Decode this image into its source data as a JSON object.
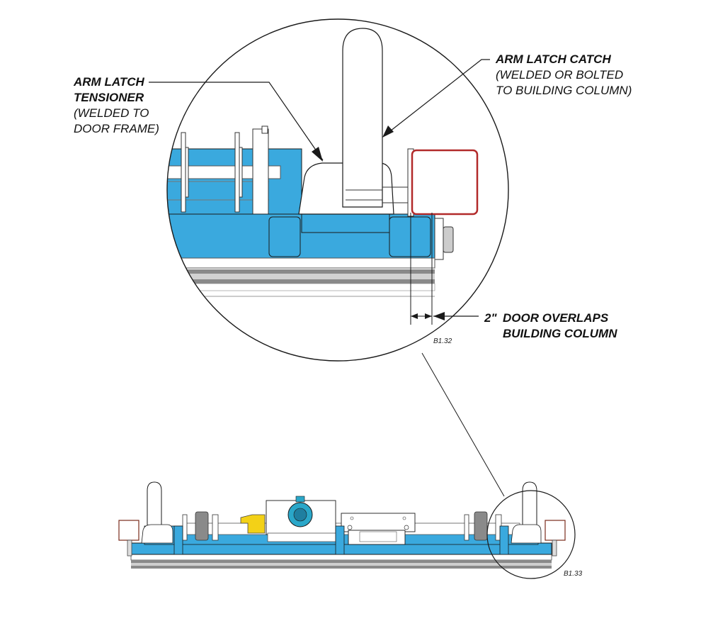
{
  "callouts": {
    "tensioner": {
      "title_line1": "ARM LATCH",
      "title_line2": "TENSIONER",
      "note_line1": "(WELDED TO",
      "note_line2": "DOOR FRAME)"
    },
    "catch": {
      "title": "ARM LATCH CATCH",
      "note_line1": "(WELDED OR BOLTED",
      "note_line2": "TO BUILDING COLUMN)"
    },
    "overlap": {
      "value": "2\"",
      "line1": "DOOR OVERLAPS",
      "line2": "BUILDING COLUMN"
    }
  },
  "figure_refs": {
    "detail": "B1.32",
    "overview": "B1.33"
  },
  "colors": {
    "frame_blue": "#3aa9de",
    "outline": "#1a1a1a",
    "highlight_red": "#b22a2a",
    "rail_gray": "#8a8a8a",
    "motor_teal": "#2aa7c9",
    "part_yellow": "#f3d117"
  }
}
